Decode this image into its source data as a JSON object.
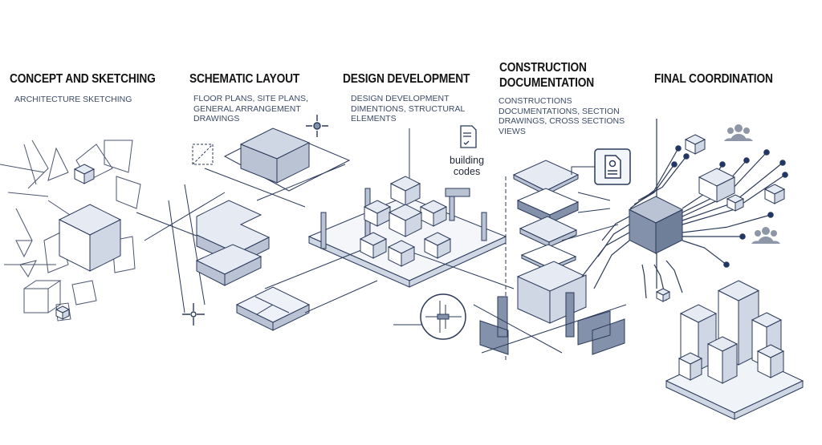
{
  "stages": [
    {
      "title": "CONCEPT AND SKETCHING",
      "description": "ARCHITECTURE SKETCHING"
    },
    {
      "title": "SCHEMATIC LAYOUT",
      "description": "FLOOR PLANS, SITE PLANS,\nGENERAL ARRANGEMENT\nDRAWINGS"
    },
    {
      "title": "DESIGN DEVELOPMENT",
      "description": "DESIGN DEVELOPMENT\nDIMENTIONS, STRUCTURAL\nELEMENTS"
    },
    {
      "title": "CONSTRUCTION\nDOCUMENTATION",
      "description": "CONSTRUCTIONS\nDOCUMENTATIONS, SECTION\nDRAWINGS, CROSS SECTIONS\nVIEWS"
    },
    {
      "title": "FINAL COORDINATION",
      "description": ""
    }
  ],
  "building_codes_label": "building\ncodes",
  "colors": {
    "ink": "#2b3a5a",
    "fill_light": "#e6ebf3",
    "fill_mid": "#b9c3d4",
    "fill_dark": "#8391aa",
    "node": "#1f3768"
  }
}
